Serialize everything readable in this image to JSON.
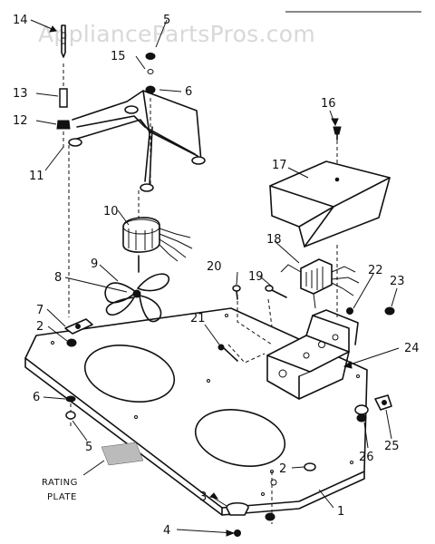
{
  "watermark": "AppliancePartsPros.com",
  "plate_label_line1": "RATING",
  "plate_label_line2": "PLATE",
  "callouts": {
    "c1": "1",
    "c2a": "2",
    "c2b": "2",
    "c3": "3",
    "c4": "4",
    "c5a": "5",
    "c5b": "5",
    "c6a": "6",
    "c6b": "6",
    "c7": "7",
    "c8": "8",
    "c9": "9",
    "c10": "10",
    "c11": "11",
    "c12": "12",
    "c13": "13",
    "c14": "14",
    "c15": "15",
    "c16": "16",
    "c17": "17",
    "c18": "18",
    "c19": "19",
    "c20": "20",
    "c21": "21",
    "c22": "22",
    "c23": "23",
    "c24": "24",
    "c25": "25",
    "c26": "26"
  }
}
